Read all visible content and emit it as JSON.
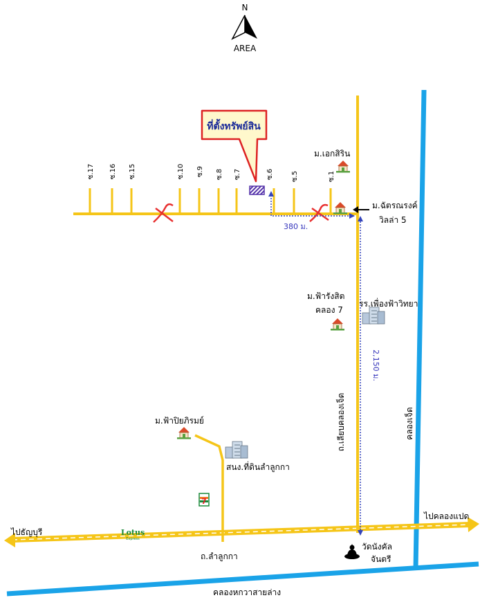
{
  "compass": {
    "letter": "N",
    "caption": "AREA"
  },
  "callout": {
    "text": "ที่ตั้งทรัพย์สิน"
  },
  "soi_labels": [
    "ซ.17",
    "ซ.16",
    "ซ.15",
    "ซ.10",
    "ซ.9",
    "ซ.8",
    "ซ.7",
    "ซ.6",
    "ซ.5",
    "ซ.1"
  ],
  "places": {
    "ekkasirin": "ม.เอกสิริน",
    "chatronrong_1": "ม.ฉัตรณรงค์",
    "chatronrong_2": "วิลล่า 5",
    "fah_rangsit_1": "ม.ฟ้ารังสิต",
    "fah_rangsit_2": "คลอง 7",
    "school": "รร.เพื่องฟ้าวิทยา",
    "fah_piyarom": "ม.ฟ้าปิยภิรมย์",
    "land_office": "สนง.ที่ดินลำลูกกา",
    "temple_1": "วัดนังคัล",
    "temple_2": "จันตรี"
  },
  "roads": {
    "bypass": "ถ.เลียบคลองเจ็ด",
    "lam_luk_ka": "ถ.ลำลูกกา",
    "canal_7": "คลองเจ็ด",
    "canal_bottom": "คลองหกวาสายล่าง",
    "to_thanyaburi": "ไปธัญบุรี",
    "to_khlong_paet": "ไปคลองแปด"
  },
  "distances": {
    "horizontal": "380 ม.",
    "vertical": "2,150 ม."
  },
  "brand": {
    "lotus": "Lotus",
    "lotus_sub": "Express",
    "seven": "7"
  },
  "colors": {
    "road": "#f5c518",
    "canal": "#1aa3e8",
    "dimension": "#3344bb",
    "callout_border": "#dd2222",
    "callout_fill": "#fff8cc",
    "property": "#5533aa",
    "closed": "#e83030"
  }
}
